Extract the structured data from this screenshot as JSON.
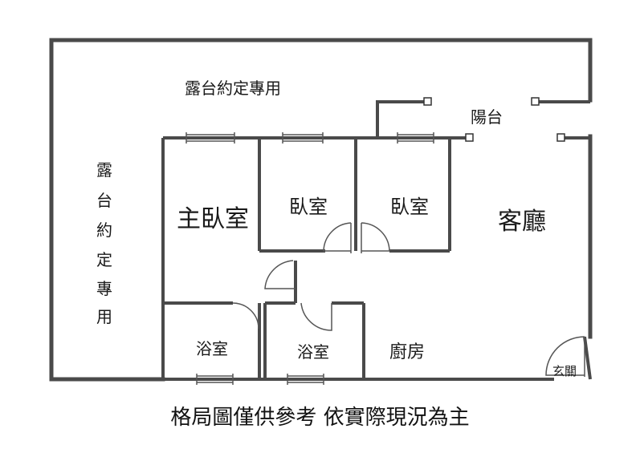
{
  "rooms": {
    "terrace_top": "露台約定專用",
    "terrace_left": [
      "露",
      "台",
      "約",
      "定",
      "專",
      "用"
    ],
    "balcony": "陽台",
    "master_bedroom": "主臥室",
    "bedroom_1": "臥室",
    "bedroom_2": "臥室",
    "living_room": "客廳",
    "bathroom_1": "浴室",
    "bathroom_2": "浴室",
    "kitchen": "廚房",
    "entrance": "玄關"
  },
  "caption": "格局圖僅供參考 依實際現況為主",
  "colors": {
    "wall": "#4a4a4a",
    "line": "#555555",
    "text": "#1a1a1a"
  }
}
